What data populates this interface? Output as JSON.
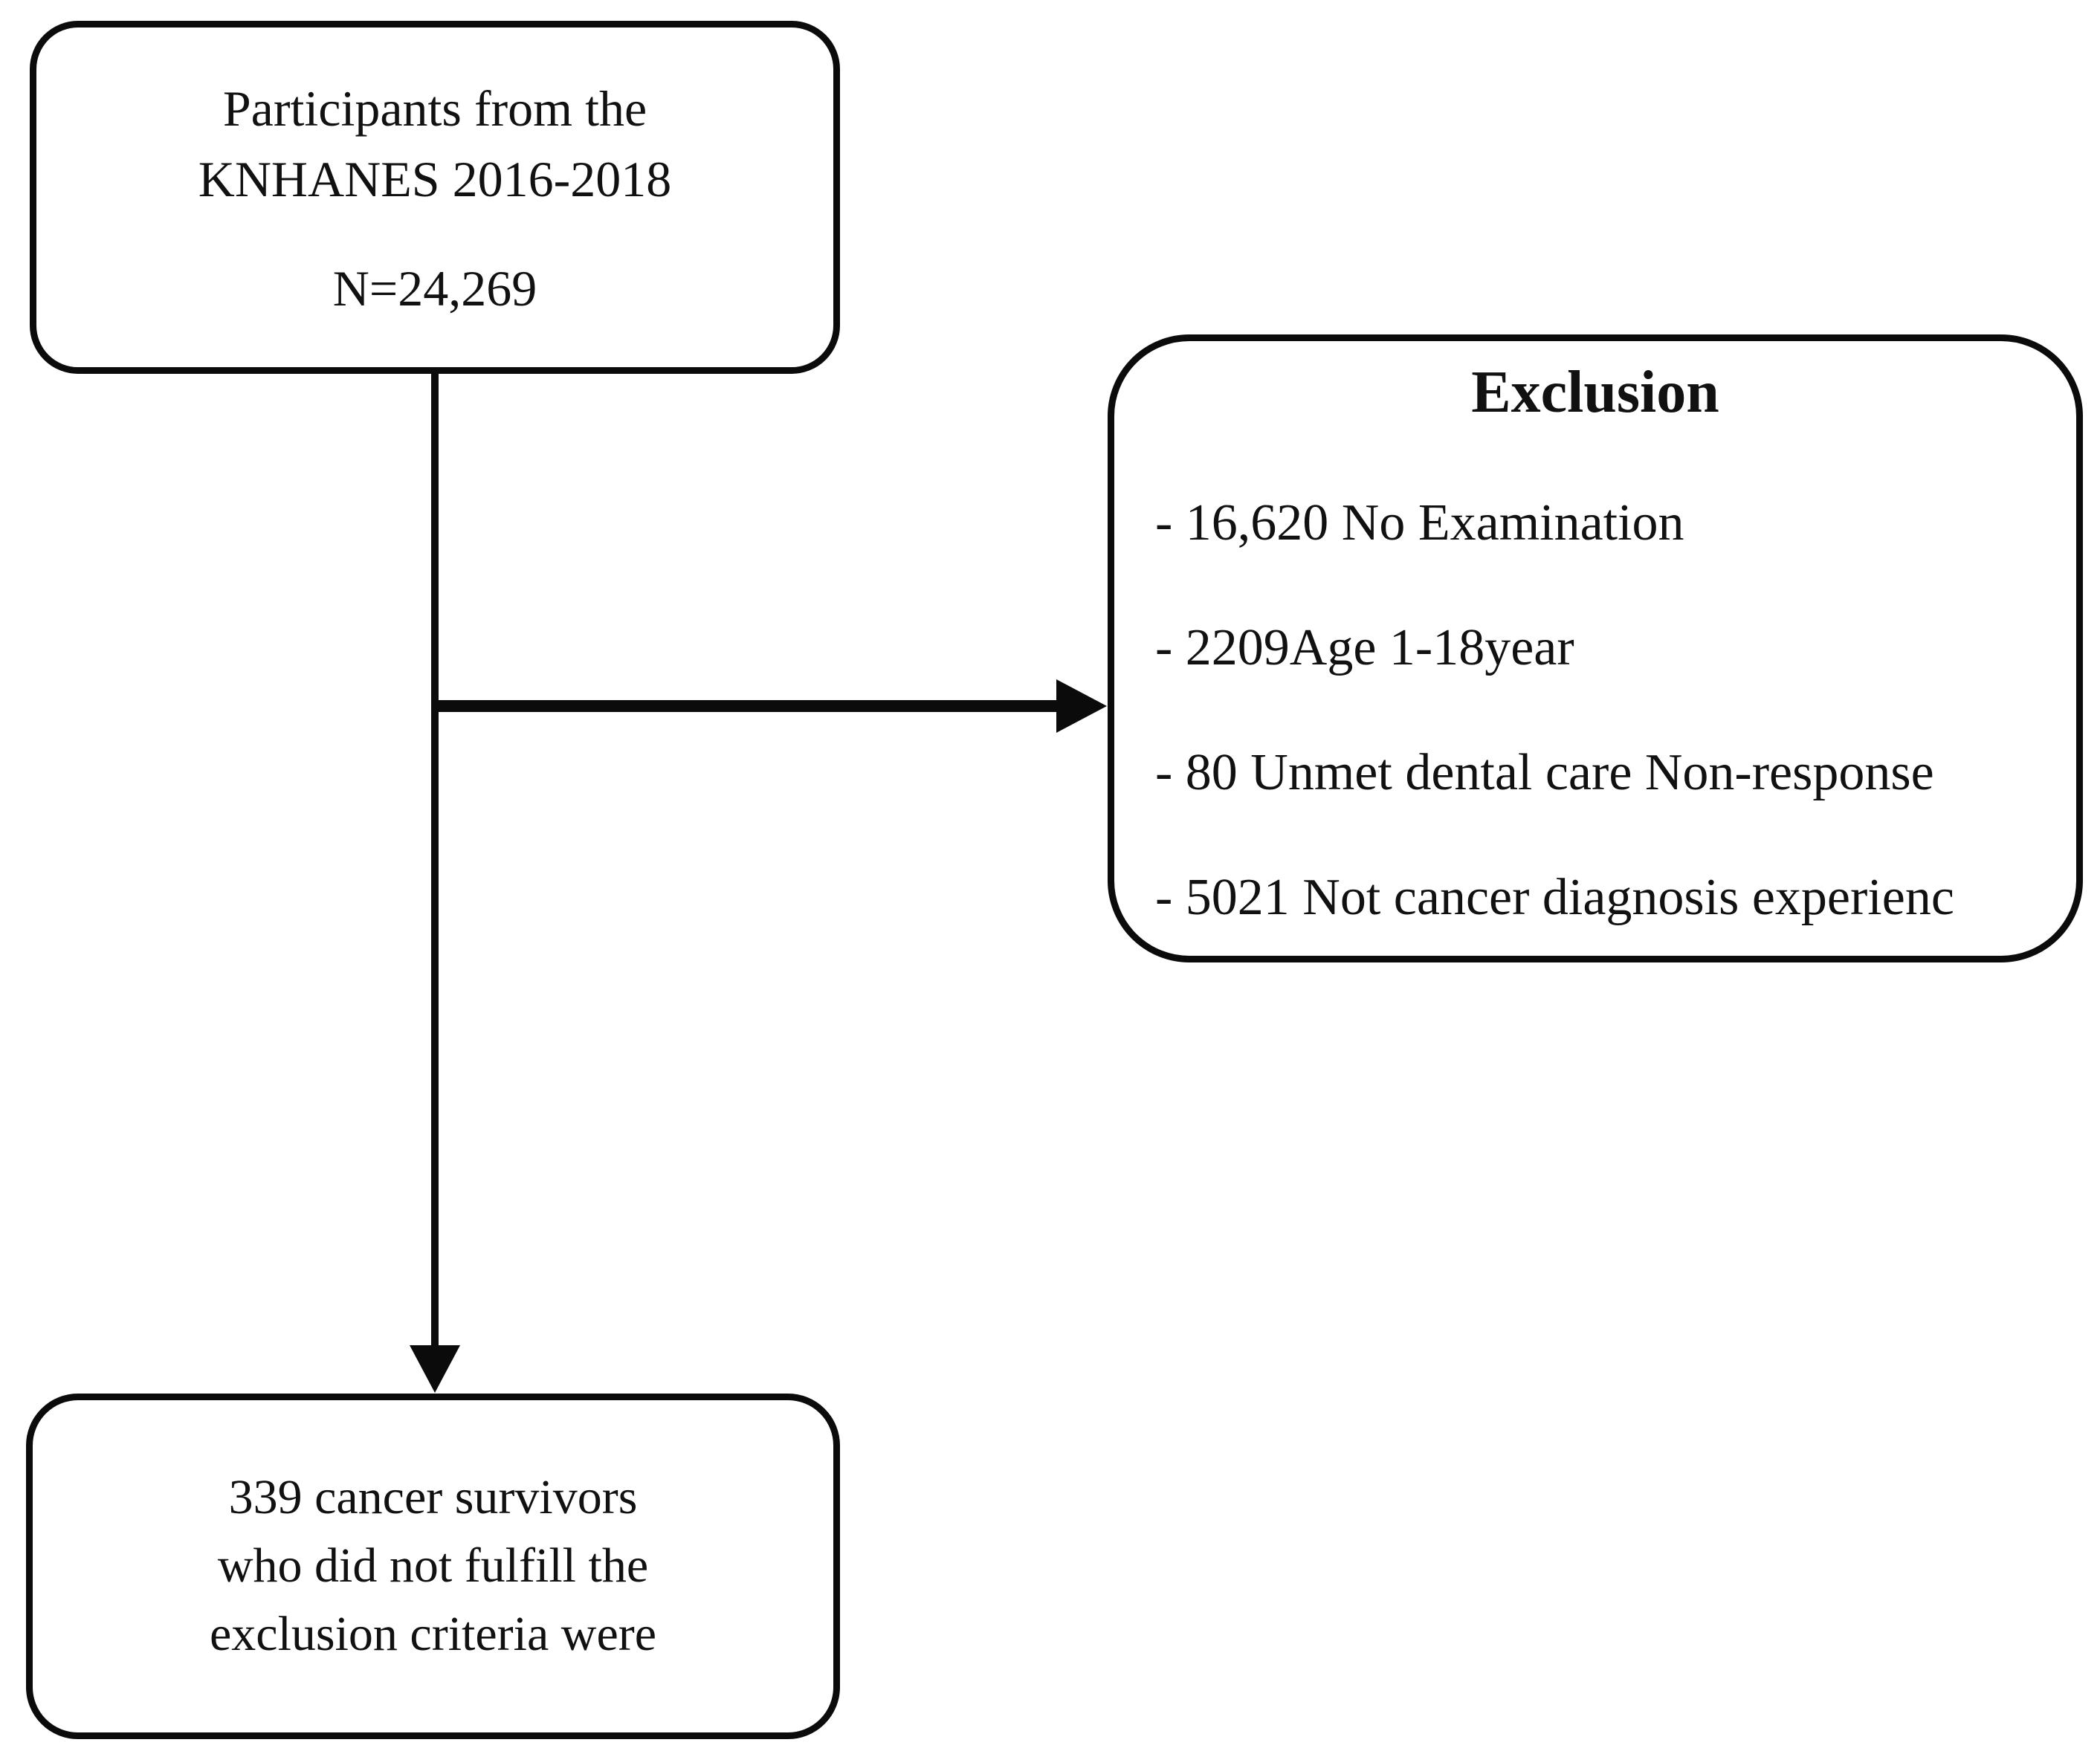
{
  "diagram": {
    "top_box": {
      "line1": "Participants from the",
      "line2": "KNHANES 2016-2018",
      "n_label": "N=24,269"
    },
    "exclusion_box": {
      "title": "Exclusion",
      "items": [
        "- 16,620 No Examination",
        "- 2209Age 1-18year",
        "- 80 Unmet dental care Non-response",
        "- 5021 Not cancer diagnosis experienc"
      ]
    },
    "result_box": {
      "line1": "339 cancer survivors",
      "line2": "who did not fulfill the",
      "line3": "exclusion criteria were"
    },
    "colors": {
      "line": "#0b0b0b",
      "text": "#111111",
      "background": "#ffffff"
    }
  }
}
